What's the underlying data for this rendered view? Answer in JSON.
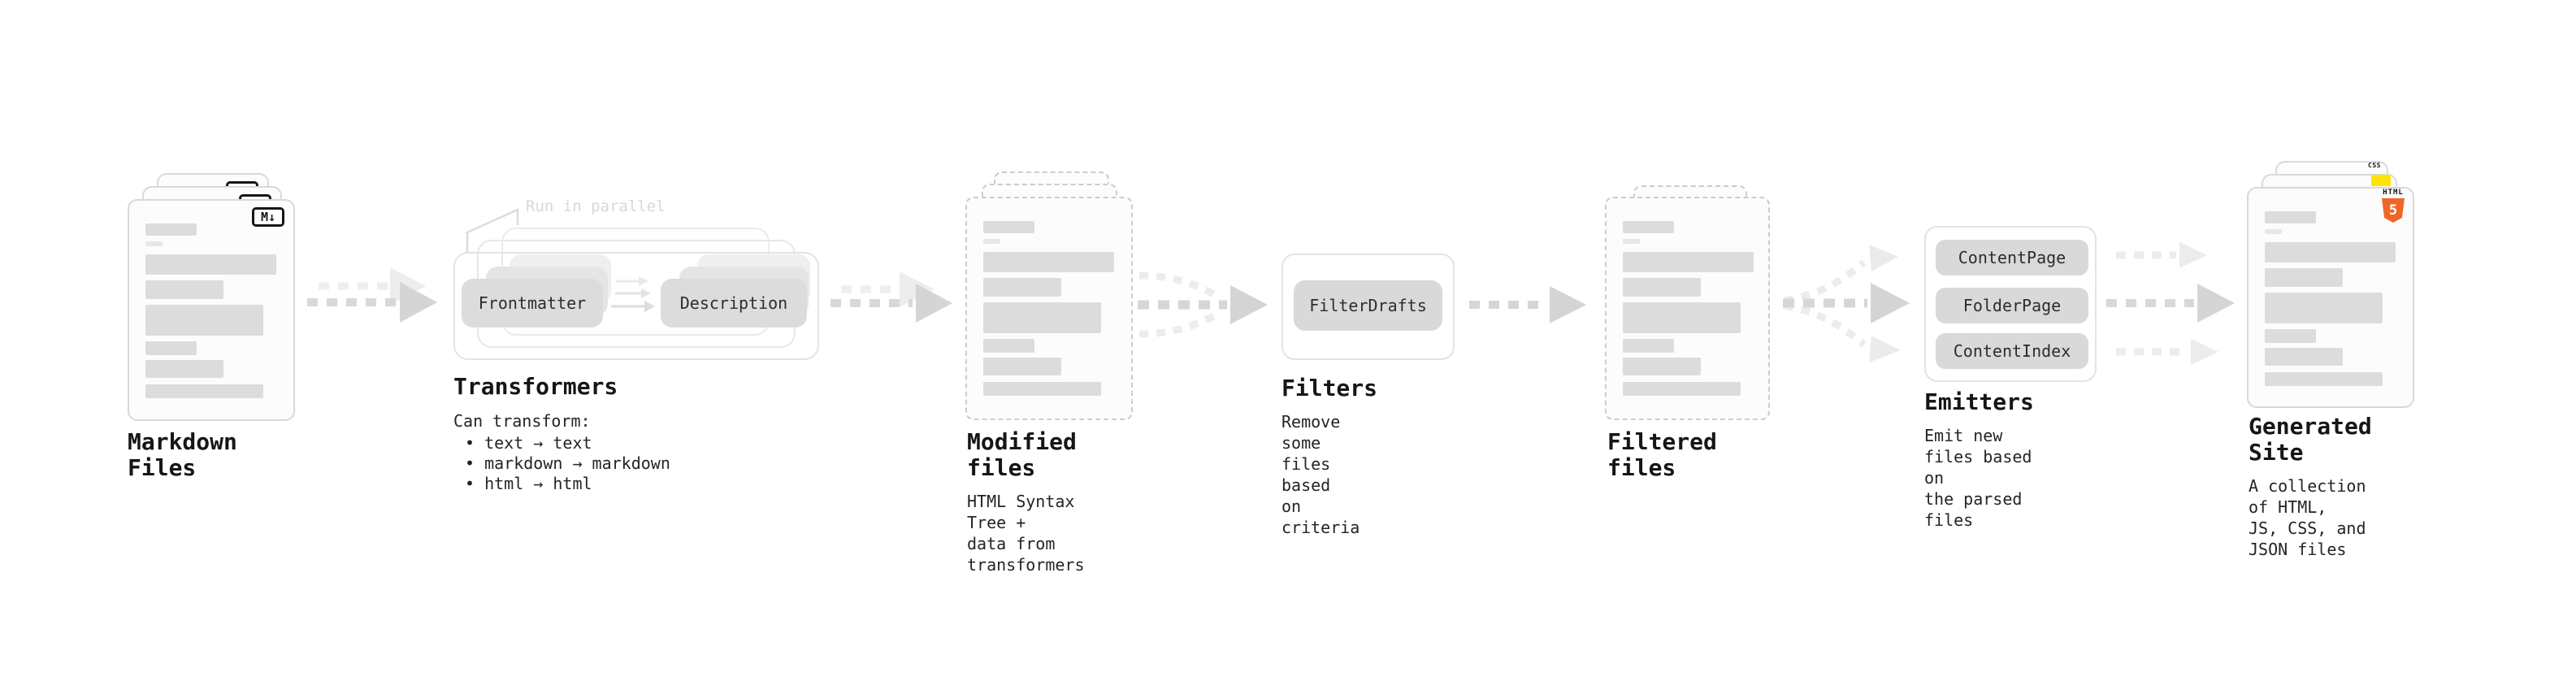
{
  "markdown_files": {
    "label": "Markdown Files",
    "badge": "M↓"
  },
  "transformers": {
    "label": "Transformers",
    "annotation": "Run in parallel",
    "pill_left": "Frontmatter",
    "pill_right": "Description",
    "desc_title": "Can transform:",
    "bullets": [
      "• text → text",
      "• markdown → markdown",
      "• html → html"
    ]
  },
  "modified_files": {
    "label": "Modified files",
    "desc": "HTML Syntax Tree +\ndata from transformers"
  },
  "filters": {
    "label": "Filters",
    "pill": "FilterDrafts",
    "desc": "Remove some files based\non criteria"
  },
  "filtered_files": {
    "label": "Filtered files"
  },
  "emitters": {
    "label": "Emitters",
    "pills": [
      "ContentPage",
      "FolderPage",
      "ContentIndex"
    ],
    "desc": "Emit new files based on\nthe parsed files"
  },
  "generated_site": {
    "label": "Generated Site",
    "desc": "A collection of HTML,\nJS, CSS, and JSON files",
    "badge_css": "CSS",
    "badge_html_top": "HTML",
    "badge_html_five": "5"
  },
  "colors": {
    "html5_orange": "#f16529",
    "js_yellow": "#ffe400",
    "css_blue": "#2964f2"
  }
}
